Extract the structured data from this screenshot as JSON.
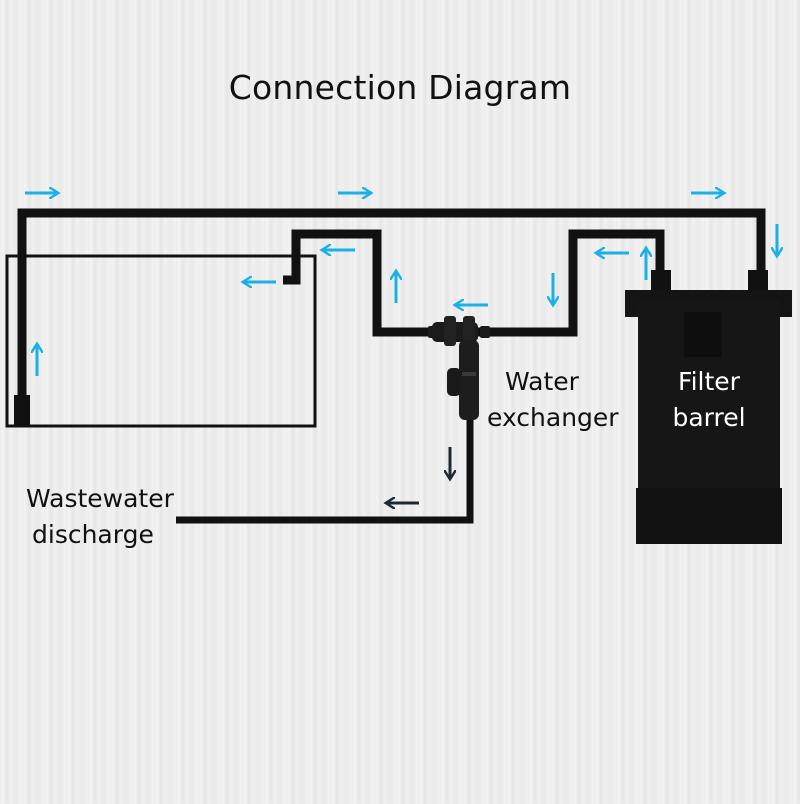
{
  "title": "Connection Diagram",
  "labels": {
    "water_exchanger": [
      "Water",
      "exchanger"
    ],
    "filter_barrel": [
      "Filter",
      "barrel"
    ],
    "wastewater_discharge": [
      "Wastewater",
      "discharge"
    ]
  },
  "components": [
    "aquarium-tank",
    "intake-strainer",
    "water-exchanger",
    "filter-barrel",
    "outlet-pipe",
    "wastewater-pipe"
  ],
  "colors": {
    "pipe": "#111111",
    "flow_arrow": "#1ab0e8",
    "drain_arrow": "#1a2a33",
    "filter_text": "#ffffff"
  },
  "flow_arrows": [
    {
      "id": "top-left",
      "direction": "right"
    },
    {
      "id": "top-middle",
      "direction": "right"
    },
    {
      "id": "top-right",
      "direction": "right"
    },
    {
      "id": "right-descend",
      "direction": "down"
    },
    {
      "id": "filter-out-up",
      "direction": "up"
    },
    {
      "id": "filter-out-left",
      "direction": "left"
    },
    {
      "id": "to-exchanger-down",
      "direction": "down"
    },
    {
      "id": "exchanger-left",
      "direction": "left"
    },
    {
      "id": "return-up",
      "direction": "up"
    },
    {
      "id": "return-left",
      "direction": "left"
    },
    {
      "id": "outlet-left",
      "direction": "left"
    },
    {
      "id": "intake-up",
      "direction": "up"
    },
    {
      "id": "drain-down",
      "direction": "down"
    },
    {
      "id": "drain-left",
      "direction": "left"
    }
  ]
}
